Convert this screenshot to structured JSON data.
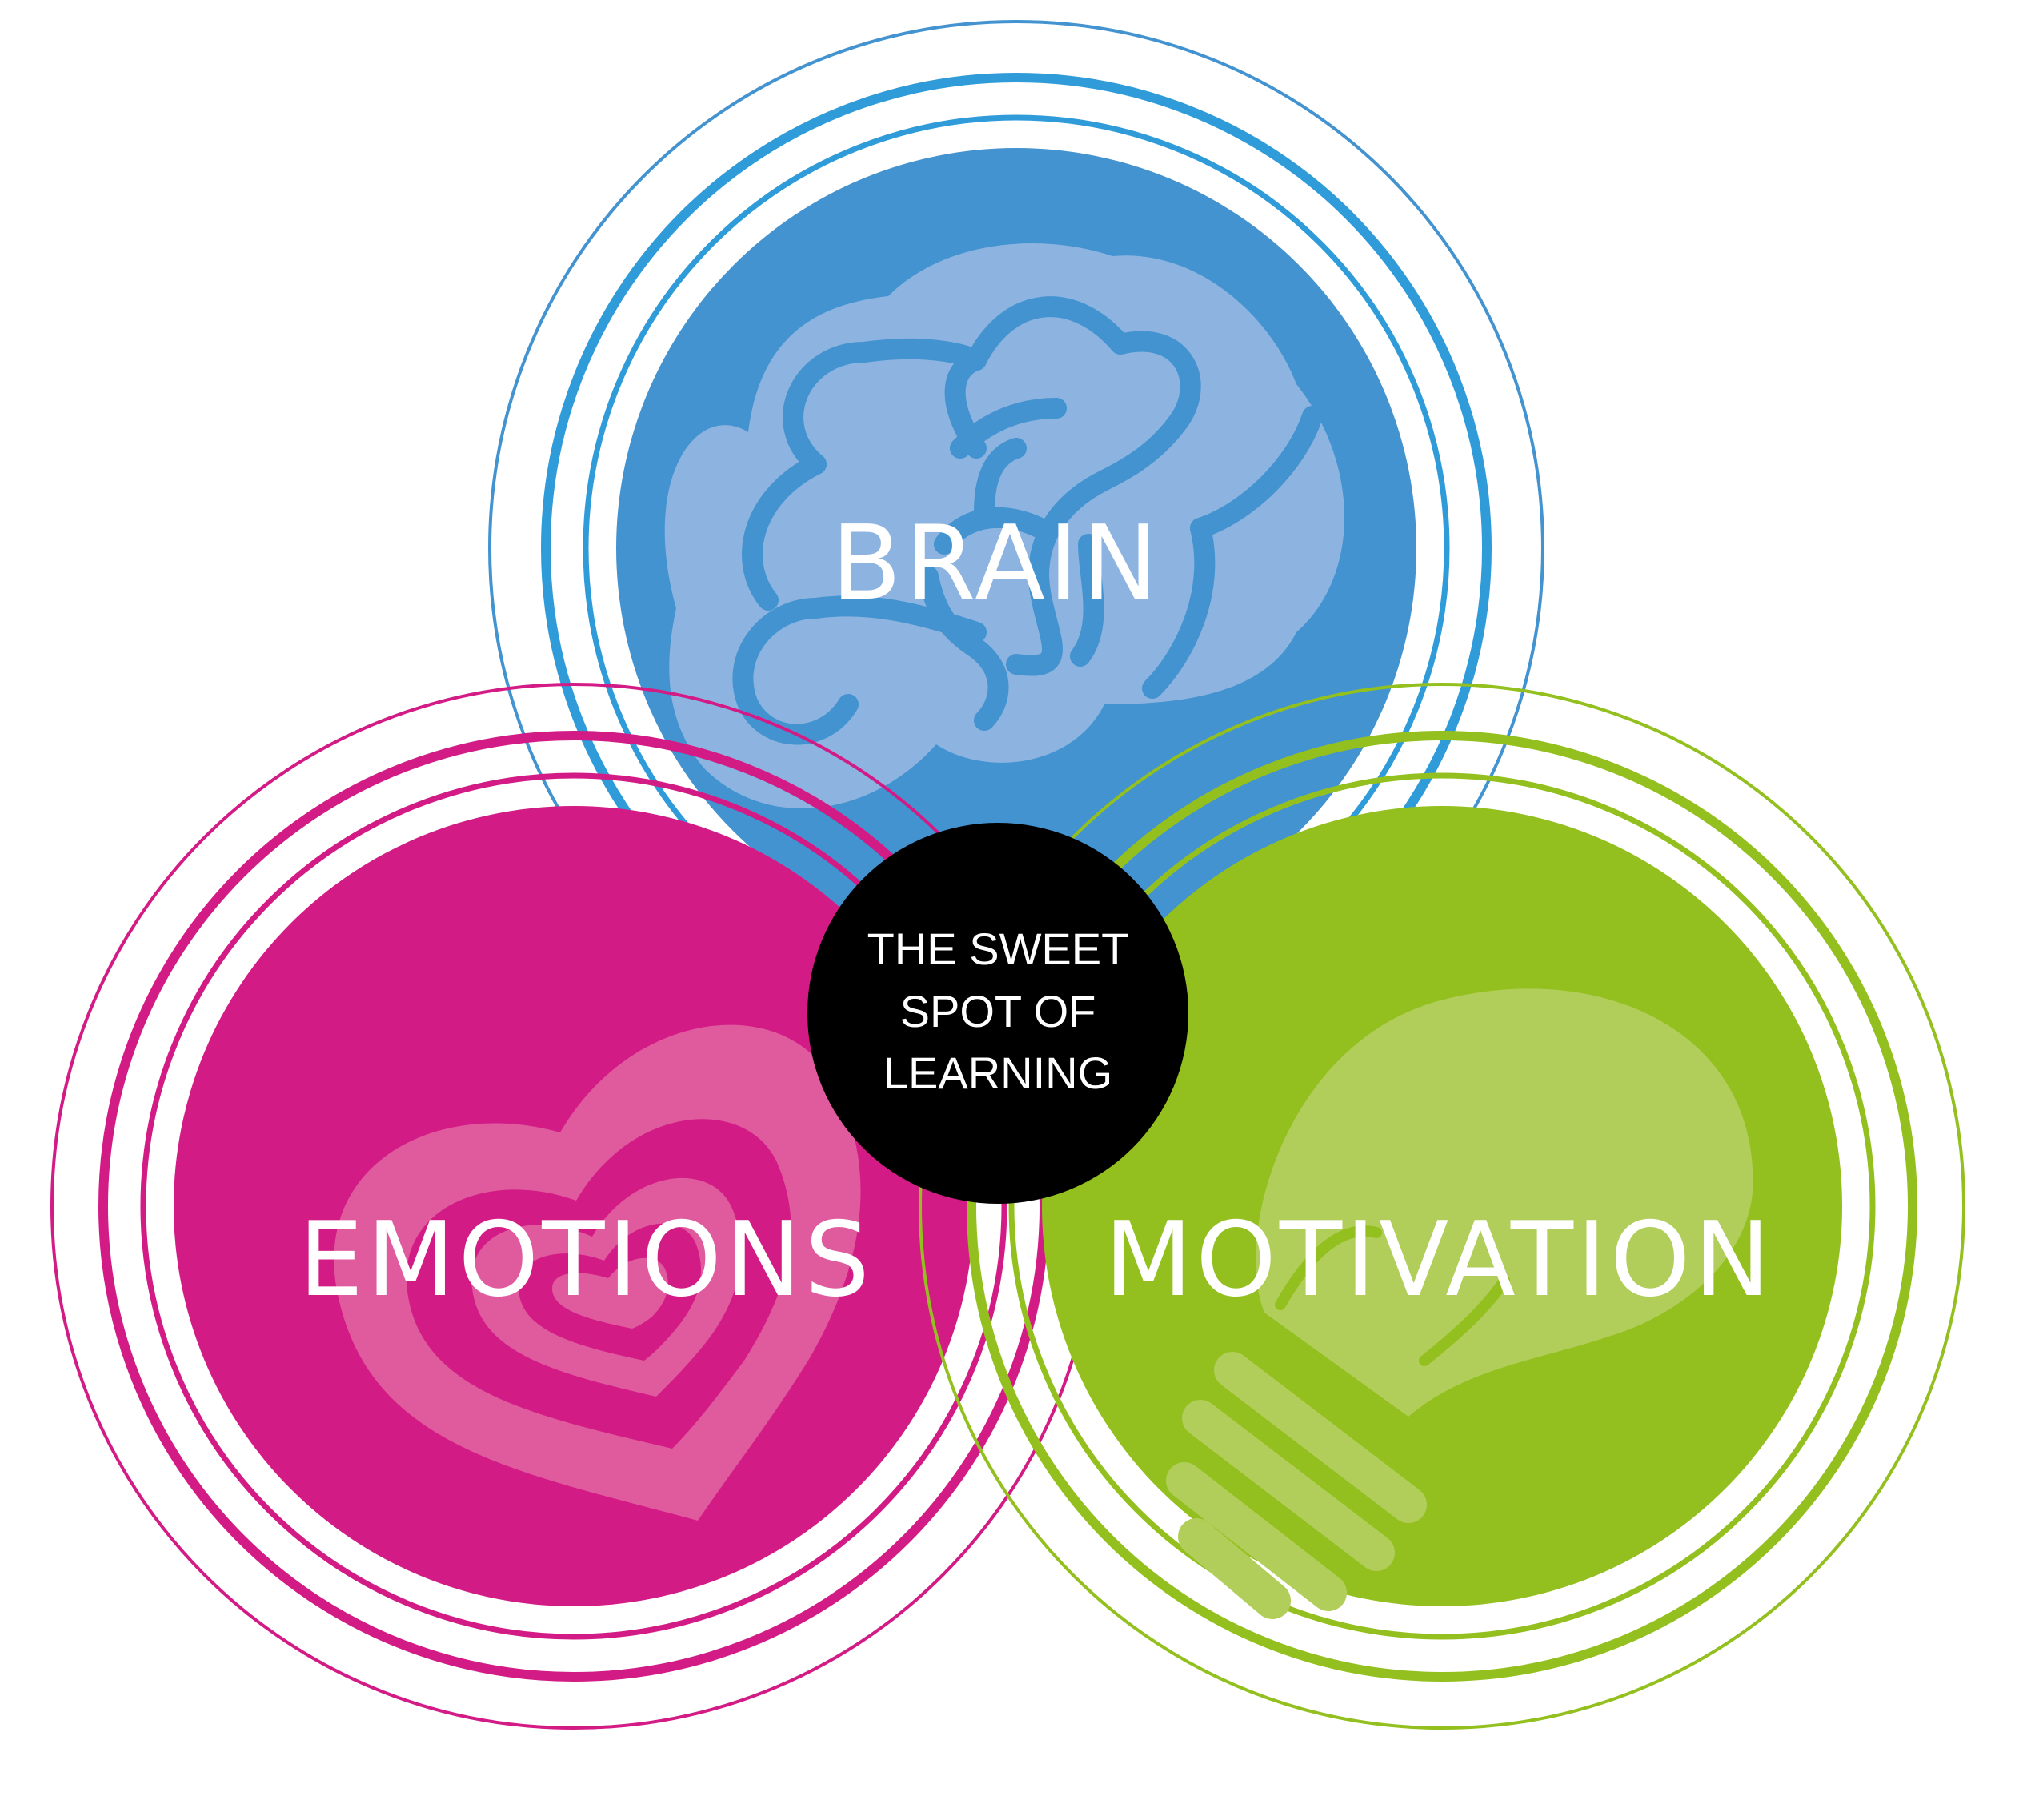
{
  "diagram": {
    "center_lines": [
      "THE SWEET",
      "SPOT OF",
      "LEARNING"
    ],
    "circles": [
      {
        "key": "brain",
        "label": "BRAIN",
        "icon": "brain-icon"
      },
      {
        "key": "emotions",
        "label": "EMOTIONS",
        "icon": "heart-icon"
      },
      {
        "key": "motivation",
        "label": "MOTIVATION",
        "icon": "lightbulb-icon"
      }
    ]
  },
  "colors": {
    "brain": "#4293D0",
    "brain_ring": "#2F9BD9",
    "brain_icon": "#8DB3E0",
    "emotions": "#D31B86",
    "emotions_icon": "#E05A9E",
    "motivation": "#93C01F",
    "motivation_icon": "#B1CE5A",
    "center": "#000000",
    "text": "#FFFFFF"
  }
}
